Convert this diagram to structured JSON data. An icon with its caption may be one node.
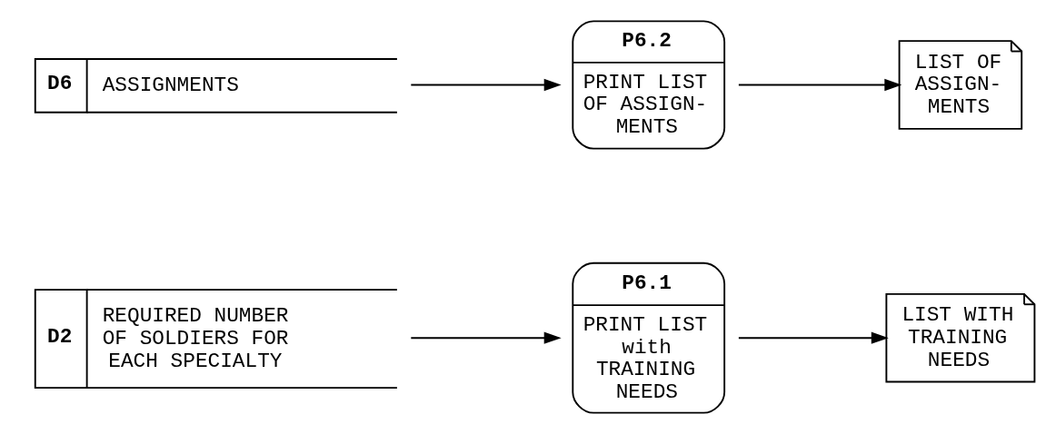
{
  "diagram": {
    "nodes": [
      {
        "text": [
          "D2",
          "REQUIRED NUMBER OF SOLDIERS FOR EACH SPECIALTY"
        ]
      },
      {
        "text": [
          "P6.1",
          "PRINT LIST with TRAINING NEEDS"
        ]
      },
      {
        "text": [
          "LIST WITH TRAINING NEEDS"
        ]
      },
      {
        "text": [
          "D6",
          "ASSIGNMENTS"
        ]
      },
      {
        "text": [
          "P6.2",
          "PRINT LIST OF ASSIGN- MENTS"
        ]
      },
      {
        "text": [
          "LIST OF ASSIGN- MENTS"
        ]
      }
    ],
    "edges": [
      {
        "from": 0,
        "to": 1,
        "arrow": "to"
      },
      {
        "from": 1,
        "to": 2,
        "arrow": "to"
      },
      {
        "from": 3,
        "to": 4,
        "arrow": "to"
      },
      {
        "from": 4,
        "to": 5,
        "arrow": "to"
      }
    ]
  }
}
